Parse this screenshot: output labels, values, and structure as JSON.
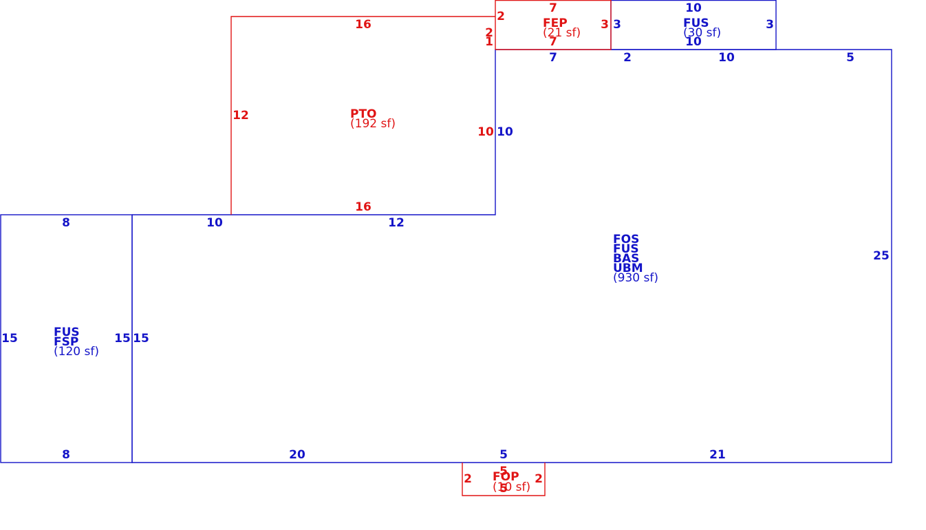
{
  "colors": {
    "main": "#1414c8",
    "sub": "#e01414"
  },
  "areas": [
    {
      "id": "main-house",
      "color": "main",
      "codes": [
        "FOS",
        "FUS",
        "BAS",
        "UBM"
      ],
      "area": "(930 sf)"
    },
    {
      "id": "left-wing",
      "color": "main",
      "codes": [
        "FUS",
        "FSP"
      ],
      "area": "(120 sf)"
    },
    {
      "id": "patio",
      "color": "sub",
      "codes": [
        "PTO"
      ],
      "area": "(192 sf)"
    },
    {
      "id": "enclosed-porch",
      "color": "sub",
      "codes": [
        "FEP"
      ],
      "area": "(21 sf)"
    },
    {
      "id": "upper-addition",
      "color": "main",
      "codes": [
        "FUS"
      ],
      "area": "(30 sf)"
    },
    {
      "id": "open-porch",
      "color": "sub",
      "codes": [
        "FOP"
      ],
      "area": "(10 sf)"
    }
  ],
  "dimensions": {
    "main_top": [
      "10",
      "12",
      "7",
      "2",
      "10",
      "5"
    ],
    "main_right": "25",
    "main_bottom": [
      "20",
      "5",
      "21"
    ],
    "main_left": "15",
    "main_inner_left": "10",
    "left_top": "8",
    "left_bottom": "8",
    "left_left": "15",
    "left_right": "15",
    "pto_top": "16",
    "pto_bottom": "16",
    "pto_left": "12",
    "pto_right": "10",
    "pto_right_upper": [
      "2",
      "1"
    ],
    "fep_top": "7",
    "fep_bottom": "7",
    "fep_left": "2",
    "fep_right": "3",
    "fus_top": "10",
    "fus_bottom": "10",
    "fus_left": "3",
    "fus_right": "3",
    "fop_top": "5",
    "fop_bottom": "5",
    "fop_left": "2",
    "fop_right": "2"
  }
}
